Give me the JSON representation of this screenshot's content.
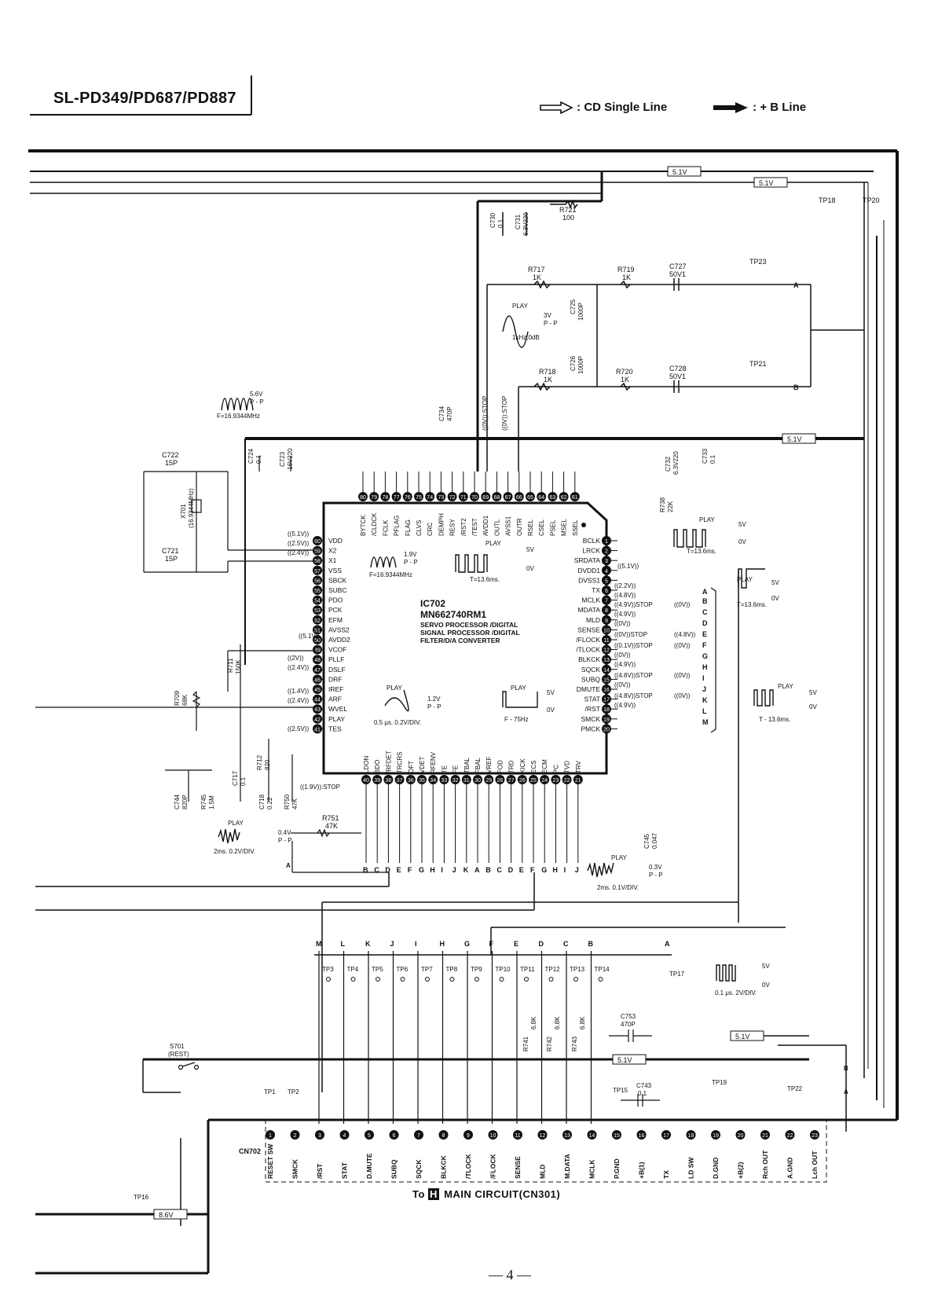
{
  "header": {
    "model": "SL-PD349/PD687/PD887",
    "legend_cd": ": CD Single Line",
    "legend_b": ": + B Line"
  },
  "ic": {
    "ref": "IC702",
    "part": "MN662740RM1",
    "desc1": "SERVO PROCESSOR /DIGITAL",
    "desc2": "SIGNAL PROCESSOR /DIGITAL",
    "desc3": "FILTER/D/A CONVERTER",
    "left_pins": [
      "VDD",
      "X2",
      "X1",
      "VSS",
      "SBCK",
      "SUBC",
      "PDO",
      "PCK",
      "EFM",
      "AVSS2",
      "AVDD2",
      "VCOF",
      "PLLF",
      "DSLF",
      "DRF",
      "IREF",
      "ARF",
      "WVEL",
      "PLAY",
      "TES"
    ],
    "left_nums": [
      "60",
      "59",
      "58",
      "57",
      "56",
      "55",
      "54",
      "53",
      "52",
      "51",
      "50",
      "49",
      "48",
      "47",
      "46",
      "45",
      "44",
      "43",
      "42",
      "41"
    ],
    "right_pins": [
      "BCLK",
      "LRCK",
      "SRDATA",
      "DVDD1",
      "DVSS1",
      "TX",
      "MCLK",
      "MDATA",
      "MLD",
      "SENSE",
      "/FLOCK",
      "/TLOCK",
      "BLKCK",
      "SQCK",
      "SUBQ",
      "DMUTE",
      "STAT",
      "/RST",
      "SMCK",
      "PMCK"
    ],
    "top_pins": [
      "BYTCK",
      "/CLDCK",
      "FCLK",
      "PFLAG",
      "FLAG",
      "CLVS",
      "CRC",
      "DEMPH",
      "RESY",
      "/RST2",
      "/TEST",
      "AVDD1",
      "OUTL",
      "AVSS1",
      "OUTR",
      "RSEL",
      "CSEL",
      "PSEL",
      "MSEL",
      "SSEL"
    ],
    "bottom_pins": [
      "LDON",
      "BDO",
      "/RFDET",
      "TRCRS",
      "OFT",
      "VDET",
      "RFENV",
      "TE",
      "FE",
      "TBAL",
      "FBAL",
      "VREF",
      "FOD",
      "TRD",
      "KICK",
      "ECS",
      "ECM",
      "PC",
      "TVD",
      "TRV"
    ]
  },
  "components": {
    "r717": "R717",
    "r717_v": "1K",
    "r719": "R719",
    "r719_v": "1K",
    "r718": "R718",
    "r718_v": "1K",
    "r720": "R720",
    "r720_v": "1K",
    "r721": "R721",
    "r721_v": "100",
    "c727": "C727",
    "c727_v": "50V1",
    "c728": "C728",
    "c728_v": "50V1",
    "c725": "C725",
    "c725_v": "1000P",
    "c726": "C726",
    "c726_v": "1000P",
    "c730": "C730",
    "c730_v": "0.1",
    "c731": "C731",
    "c731_v": "6.3V220",
    "c732": "C732",
    "c732_v": "6.3V220",
    "c733": "C733",
    "c733_v": "0.1",
    "c734": "C734",
    "c734_v": "470P",
    "c722": "C722",
    "c722_v": "15P",
    "c721": "C721",
    "c721_v": "15P",
    "c724": "C724",
    "c724_v": "0.1",
    "c723": "C723",
    "c723_v": "16V220",
    "x701": "X701",
    "x701_v": "(16.9344MHz)",
    "r711": "R711",
    "r711_v": "150K",
    "r709": "R709",
    "r709_v": "68K",
    "r712": "R712",
    "r712_v": "820",
    "r750": "R750",
    "r750_v": "47K",
    "r751": "R751",
    "r751_v": "47K",
    "c717": "C717",
    "c717_v": "0.1",
    "c718": "C718",
    "c718_v": "0.22",
    "c744": "C744",
    "c744_v": "820P",
    "r745": "R745",
    "r745_v": "1.5M",
    "r738": "R738",
    "r738_v": "22K",
    "c745": "C745",
    "c745_v": "0.047",
    "c753": "C753",
    "c753_v": "470P",
    "c743": "C743",
    "c743_v": "0.1",
    "r741": "R741",
    "r741_v": "6.8K",
    "r742": "R742",
    "r742_v": "6.8K",
    "r743": "R743",
    "r743_v": "6.8K",
    "s701": "S701",
    "s701_v": "(REST)"
  },
  "testpoints": {
    "tp18": "TP18",
    "tp20": "TP20",
    "tp23": "TP23",
    "tp21": "TP21",
    "tp3": "TP3",
    "tp4": "TP4",
    "tp5": "TP5",
    "tp6": "TP6",
    "tp7": "TP7",
    "tp8": "TP8",
    "tp9": "TP9",
    "tp10": "TP10",
    "tp11": "TP11",
    "tp12": "TP12",
    "tp13": "TP13",
    "tp14": "TP14",
    "tp17": "TP17",
    "tp1": "TP1",
    "tp2": "TP2",
    "tp15": "TP15",
    "tp19": "TP19",
    "tp22": "TP22",
    "tp16": "TP16"
  },
  "voltages": {
    "v51": "5.1V",
    "v86": "8.6V",
    "v51p": "((5.1V))",
    "v25p": "((2.5V))",
    "v24p": "((2.4V))",
    "v2p": "((2V))",
    "v14p": "((1.4V))",
    "v19stop": "((1.9V)):STOP",
    "v22p": "((2.2V))",
    "v48p": "((4.8V))",
    "v49stop": "((4.9V))STOP",
    "v0p": "((0V))",
    "v49p": "((4.9V))",
    "v0stop": "((0V))STOP",
    "v01stop": "((0.1V))STOP",
    "v48stop": "((4.8V))STOP",
    "v0vstop": "((0V)):STOP"
  },
  "waveforms": {
    "w1_amp": "5.6V",
    "w1_pp": "P - P",
    "w1_f": "F=16.9344MHz",
    "w2_amp": "1.9V",
    "w2_pp": "P - P",
    "w2_f": "F=16.9344MHz",
    "w3_play": "PLAY",
    "w3_amp": "3V",
    "w3_pp": "P - P",
    "w3_f": "1kHz,0dB",
    "w4_play": "PLAY",
    "w4_hi": "5V",
    "w4_lo": "0V",
    "w4_t": "T=13.6ms.",
    "w5_play": "PLAY",
    "w5_hi": "5V",
    "w5_lo": "0V",
    "w5_t": "T=13.6ms.",
    "w6_play": "PLAY",
    "w6_hi": "5V",
    "w6_lo": "0V",
    "w6_t": "T=13.6ms.",
    "w7_play": "PLAY",
    "w7_amp": "1.2V",
    "w7_pp": "P - P",
    "w7_div": "0.5 μs. 0.2V/DIV.",
    "w8_play": "PLAY",
    "w8_hi": "5V",
    "w8_lo": "0V",
    "w8_f": "F - 75Hz",
    "w9_play": "PLAY",
    "w9_hi": "5V",
    "w9_lo": "0V",
    "w9_t": "T - 13.6ms.",
    "w10_play": "PLAY",
    "w10_amp": "0.4V",
    "w10_pp": "P - P",
    "w10_div": "2ms. 0.2V/DIV.",
    "w11_play": "PLAY",
    "w11_amp": "0.3V",
    "w11_pp": "P - P",
    "w11_div": "2ms. 0.1V/DIV.",
    "w12_hi": "5V",
    "w12_lo": "0V",
    "w12_div": "0.1 μs. 2V/DIV."
  },
  "connector": {
    "ref": "CN702",
    "pins": [
      "RESET SW",
      "SMCK",
      "/RST",
      "STAT",
      "D.MUTE",
      "SUBQ",
      "SQCK",
      "BLKCK",
      "/TLOCK",
      "/FLOCK",
      "SENSE",
      "MLD",
      "M.DATA",
      "MCLK",
      "P.GND",
      "+B(1)",
      "TX",
      "LD SW",
      "D.GND",
      "+B(2)",
      "Rch OUT",
      "A.GND",
      "Lch OUT"
    ],
    "destination": "MAIN CIRCUIT(CN301)",
    "dest_prefix": "To",
    "dest_tag": "H"
  },
  "bus_letters": [
    "M",
    "L",
    "K",
    "J",
    "I",
    "H",
    "G",
    "F",
    "E",
    "D",
    "C",
    "B",
    "A"
  ],
  "page_number": "— 4 —"
}
